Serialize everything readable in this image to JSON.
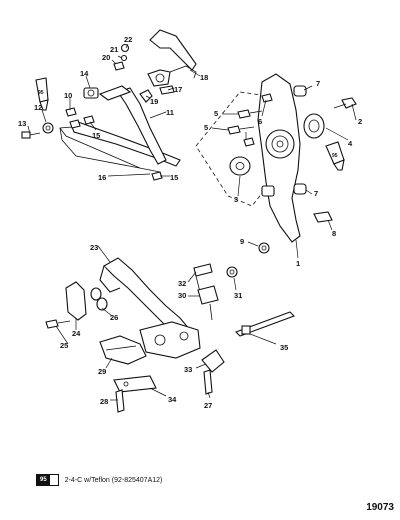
{
  "callouts": {
    "c1": "1",
    "c2": "2",
    "c3": "3",
    "c4": "4",
    "c5a": "5",
    "c5b": "5",
    "c6": "6",
    "c7a": "7",
    "c7b": "7",
    "c8": "8",
    "c9": "9",
    "c10": "10",
    "c11": "11",
    "c12": "12",
    "c13": "13",
    "c14": "14",
    "c15a": "15",
    "c15b": "15",
    "c16": "16",
    "c17": "17",
    "c18": "18",
    "c19": "19",
    "c20": "20",
    "c21": "21",
    "c22": "22",
    "c23": "23",
    "c24": "24",
    "c25": "25",
    "c26": "26",
    "c27": "27",
    "c28": "28",
    "c29": "29",
    "c30": "30",
    "c31": "31",
    "c32": "32",
    "c33": "33",
    "c34": "34",
    "c35": "35"
  },
  "sealant_tags": {
    "t1": "95",
    "t2": "95"
  },
  "legend": {
    "badge_number": "95",
    "text": "2-4-C w/Teflon (92-825407A12)"
  },
  "figure_number": "19073"
}
